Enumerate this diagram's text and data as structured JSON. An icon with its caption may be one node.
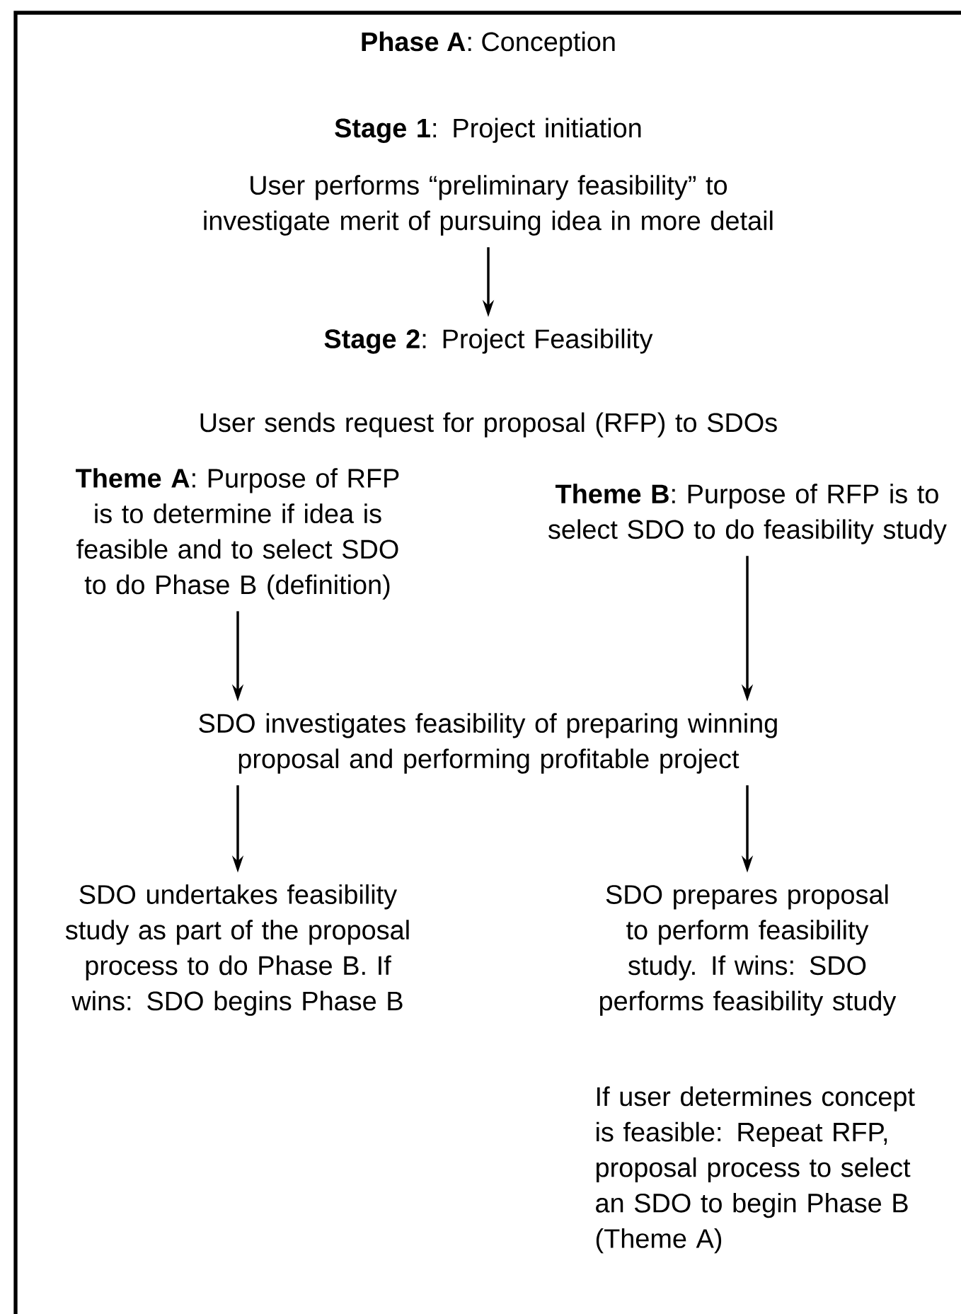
{
  "diagram": {
    "title": "**Phase A**: Conception",
    "nodes": [
      {
        "text": [
          "User performs “preliminary feasibility” to investigate merit of pursuing idea in more detail"
        ]
      },
      {
        "text": [
          "**Stage 2**: Project Feasibility"
        ]
      },
      {
        "text": [
          "**Theme A**: Purpose of RFP is to determine if idea is feasible and to select SDO to do Phase B (definition)"
        ]
      },
      {
        "text": [
          "**Theme B**: Purpose of RFP is to select SDO to do feasibility study"
        ]
      },
      {
        "text": [
          "SDO investigates feasibility of preparing winning proposal and performing profitable project"
        ]
      },
      {
        "text": [
          "SDO undertakes feasibility study as part of the proposal process to do Phase B. If wins: SDO begins Phase B"
        ]
      },
      {
        "text": [
          "SDO prepares proposal to perform feasibility study. If wins: SDO performs feasibility study"
        ]
      }
    ],
    "edges": [
      {
        "from": 0,
        "to": 1,
        "arrow": "to"
      },
      {
        "from": 2,
        "to": 4,
        "arrow": "to"
      },
      {
        "from": 3,
        "to": 4,
        "arrow": "to"
      },
      {
        "from": 4,
        "to": 5,
        "arrow": "to"
      },
      {
        "from": 4,
        "to": 6,
        "arrow": "to"
      }
    ],
    "labels": [
      "**Stage 1**: Project initiation",
      "User sends request for proposal (RFP) to SDOs",
      "If user determines concept is feasible: Repeat RFP, proposal process to select an SDO to begin Phase B (Theme A)"
    ]
  }
}
